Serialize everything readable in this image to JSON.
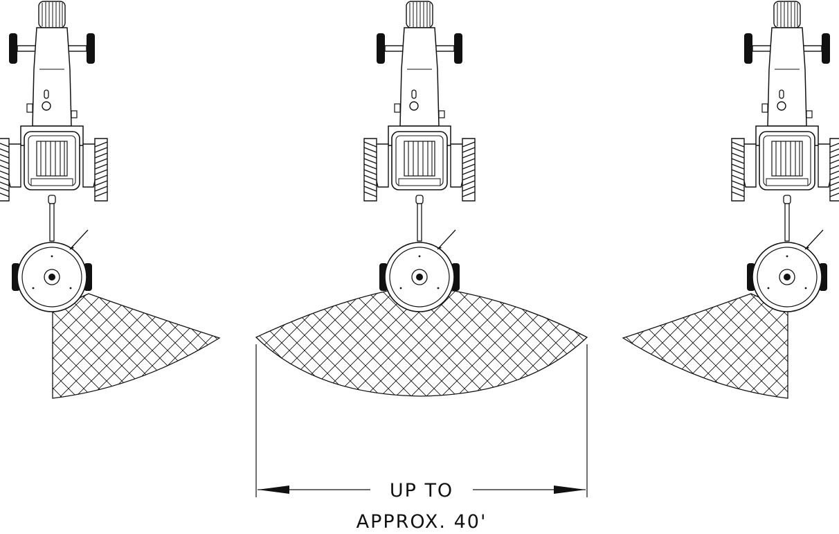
{
  "colors": {
    "line": "#111111",
    "tire": "#111111",
    "background": "#ffffff"
  },
  "figures": [
    {
      "name": "left-spread",
      "pattern": "right-side"
    },
    {
      "name": "center-spread",
      "pattern": "full-width"
    },
    {
      "name": "right-spread",
      "pattern": "left-side"
    }
  ],
  "dimension": {
    "label_line1": "UP TO",
    "label_line2": "APPROX. 40'"
  }
}
